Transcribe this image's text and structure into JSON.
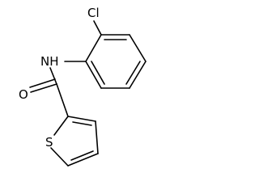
{
  "structure": {
    "atoms": {
      "chlorine": "Cl",
      "amide_nitrogen": "NH",
      "carbonyl_oxygen": "O",
      "thiophene_sulfur": "S"
    }
  },
  "colors": {
    "bond": "#000000",
    "label": "#000000",
    "background": "#ffffff"
  }
}
